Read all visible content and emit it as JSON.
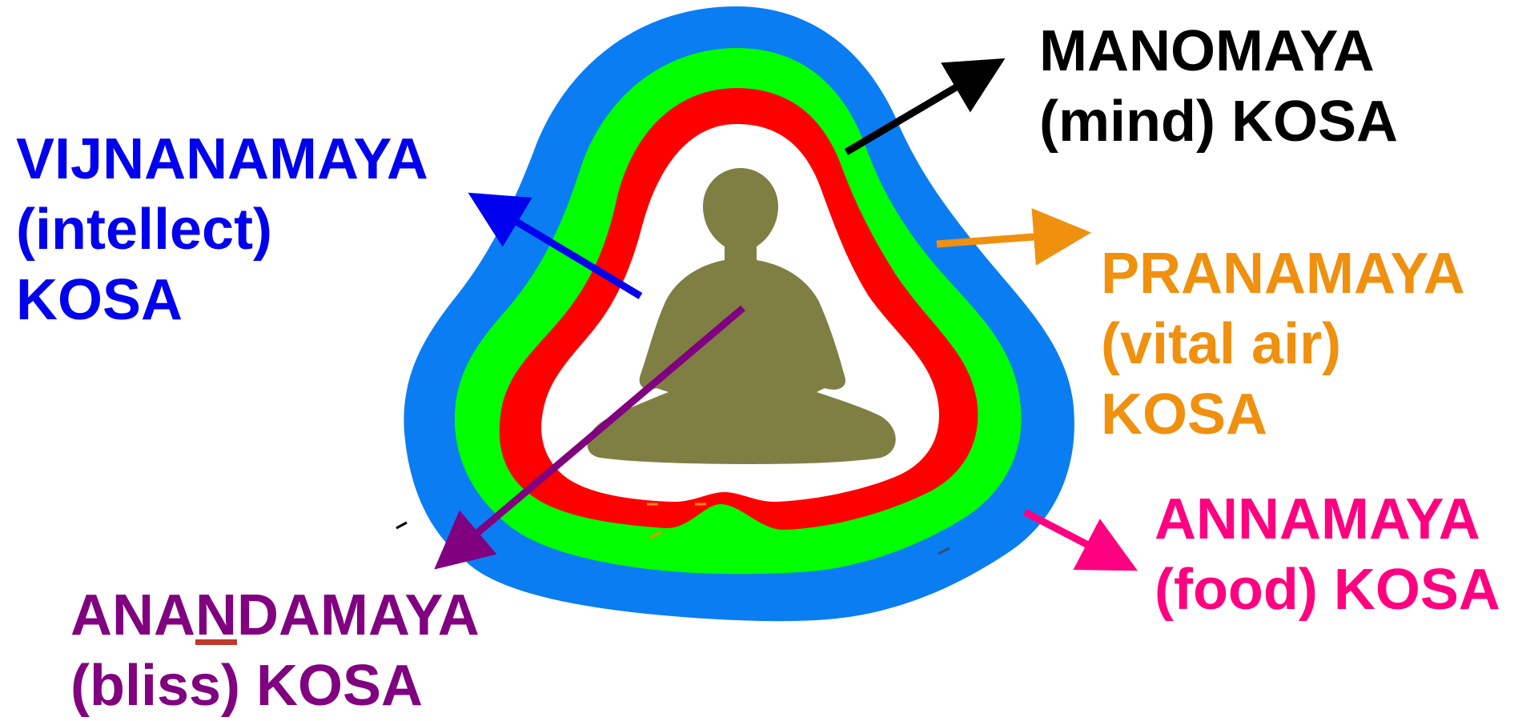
{
  "colors": {
    "blue_layer": "#0a7df2",
    "green_layer": "#00ff00",
    "red_layer": "#ff0000",
    "white_layer": "#ffffff",
    "figure": "#7f7f44",
    "vijnanamaya": "#0000ee",
    "manomaya": "#000000",
    "pranamaya": "#f0900f",
    "annamaya": "#ff0080",
    "anandamaya": "#800080"
  },
  "labels": {
    "manomaya": {
      "line1": "MANOMAYA",
      "line2": "(mind) KOSA"
    },
    "vijnanamaya": {
      "line1": "VIJNANAMAYA",
      "line2": "(intellect)",
      "line3": "KOSA"
    },
    "pranamaya": {
      "line1": "PRANAMAYA",
      "line2": "(vital air)",
      "line3": "KOSA"
    },
    "annamaya": {
      "line1": "ANNAMAYA",
      "line2": "(food) KOSA"
    },
    "anandamaya": {
      "line1a": "ANA",
      "line1b": "N",
      "line1c": "DAMAYA",
      "line2": "(bliss) KOSA"
    }
  }
}
